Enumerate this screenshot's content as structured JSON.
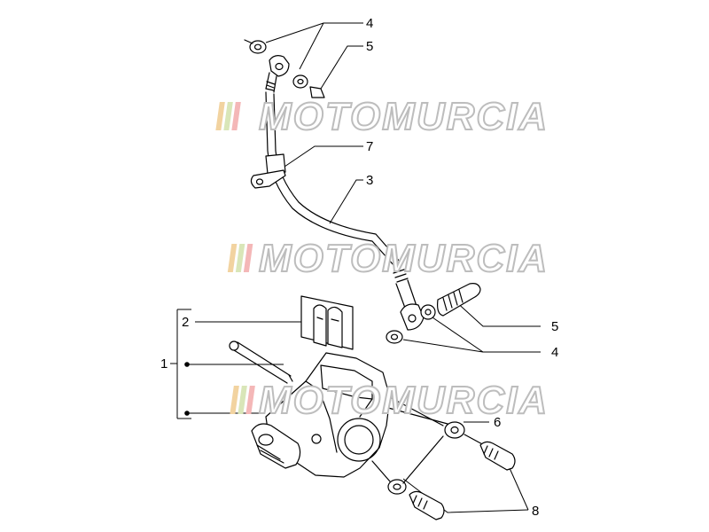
{
  "diagram": {
    "callouts": [
      {
        "id": "c4-top",
        "label": "4"
      },
      {
        "id": "c5-top",
        "label": "5"
      },
      {
        "id": "c7",
        "label": "7"
      },
      {
        "id": "c3",
        "label": "3"
      },
      {
        "id": "c2",
        "label": "2"
      },
      {
        "id": "c1",
        "label": "1"
      },
      {
        "id": "c5-mid",
        "label": "5"
      },
      {
        "id": "c4-mid",
        "label": "4"
      },
      {
        "id": "c6",
        "label": "6"
      },
      {
        "id": "c8",
        "label": "8"
      }
    ]
  },
  "watermark": {
    "text": "MOTOMURCIA",
    "stripe_colors": [
      "#f2d3a0",
      "#d9e6b8",
      "#f4b7b7"
    ]
  }
}
